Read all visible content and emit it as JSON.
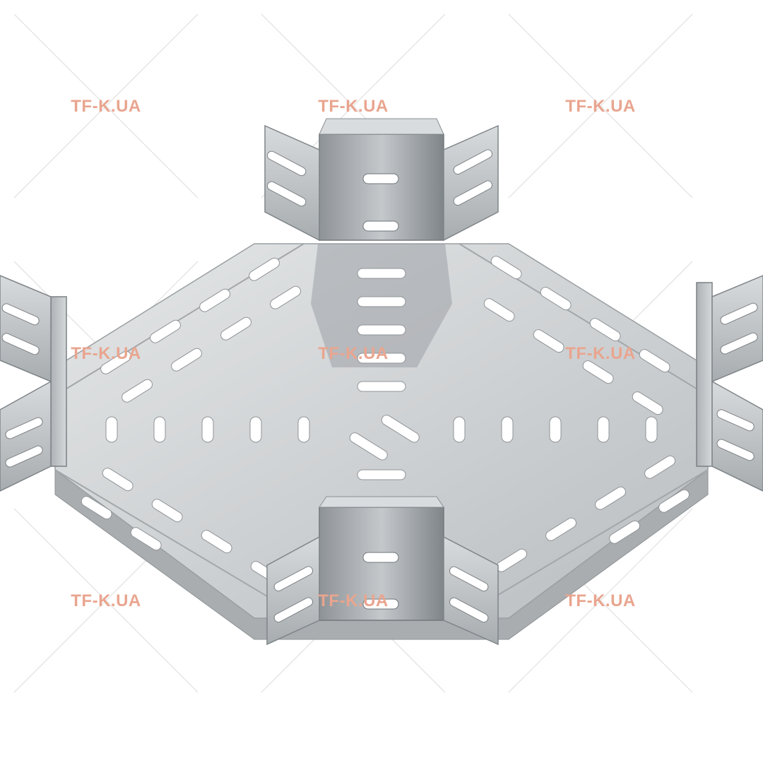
{
  "image": {
    "subject": "cable-tray-cross-fitting",
    "material_color": "#c9ccce",
    "background_color": "#ffffff"
  },
  "watermark": {
    "text": "TF-K.UA",
    "color": "#e9a58f",
    "line_color": "#e6e6e6",
    "instances": [
      {
        "id": "r1c1"
      },
      {
        "id": "r1c2"
      },
      {
        "id": "r1c3"
      },
      {
        "id": "r2c1"
      },
      {
        "id": "r2c2"
      },
      {
        "id": "r2c3"
      },
      {
        "id": "r3c1"
      },
      {
        "id": "r3c2"
      },
      {
        "id": "r3c3"
      }
    ]
  }
}
